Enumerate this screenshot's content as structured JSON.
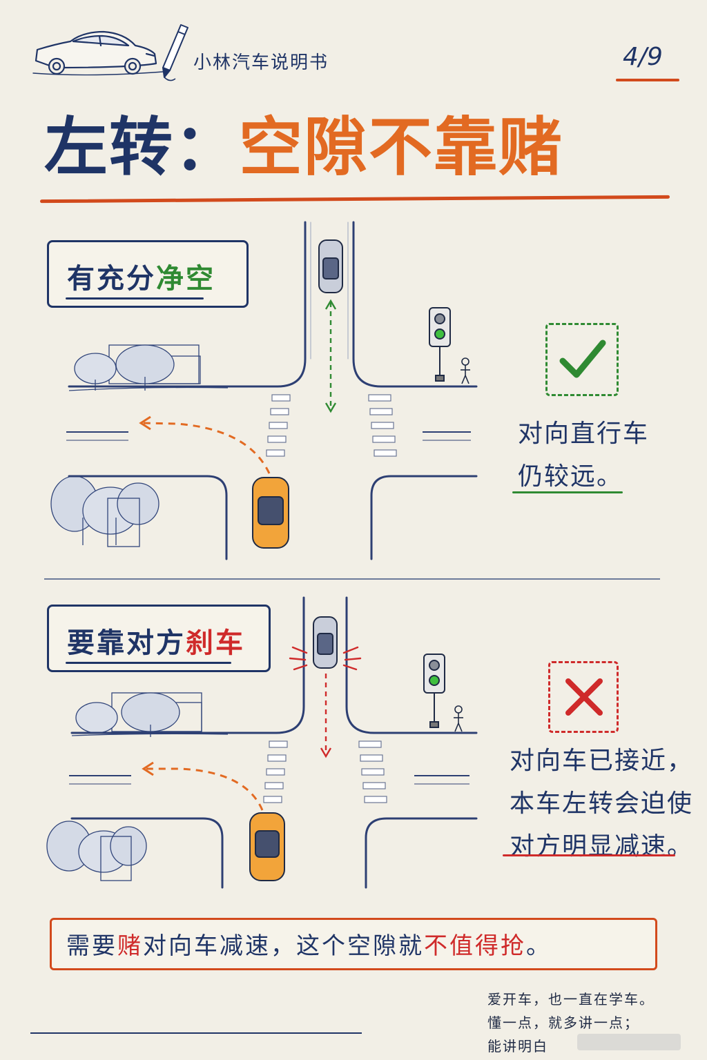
{
  "header": {
    "brand": "小林汽车说明书",
    "page_number": "4/9"
  },
  "title": {
    "part1": "左转：",
    "part2": "空隙不靠赌"
  },
  "scenario_good": {
    "label_plain": "有充分",
    "label_highlight": "净空",
    "verdict_icon": "check-icon",
    "note_lines": [
      "对向直行车",
      "仍较远。"
    ],
    "accent": "#2f8a32"
  },
  "scenario_bad": {
    "label_plain": "要靠对方",
    "label_highlight": "刹车",
    "verdict_icon": "cross-icon",
    "note_lines": [
      "对向车已接近，",
      "本车左转会迫使",
      "对方明显减速。"
    ],
    "accent": "#cf2a2a"
  },
  "conclusion": {
    "seg1": "需要",
    "seg2": "赌",
    "seg3": "对向车减速，这个空隙就",
    "seg4": "不值得抢",
    "seg5": "。"
  },
  "footer": {
    "lines": [
      "爱开车，也一直在学车。",
      "懂一点，就多讲一点；",
      "能讲明白"
    ]
  },
  "colors": {
    "navy": "#1f3466",
    "orange": "#e26a22",
    "red": "#cf2a2a",
    "green": "#2f8a32",
    "paper": "#f2efe6"
  }
}
